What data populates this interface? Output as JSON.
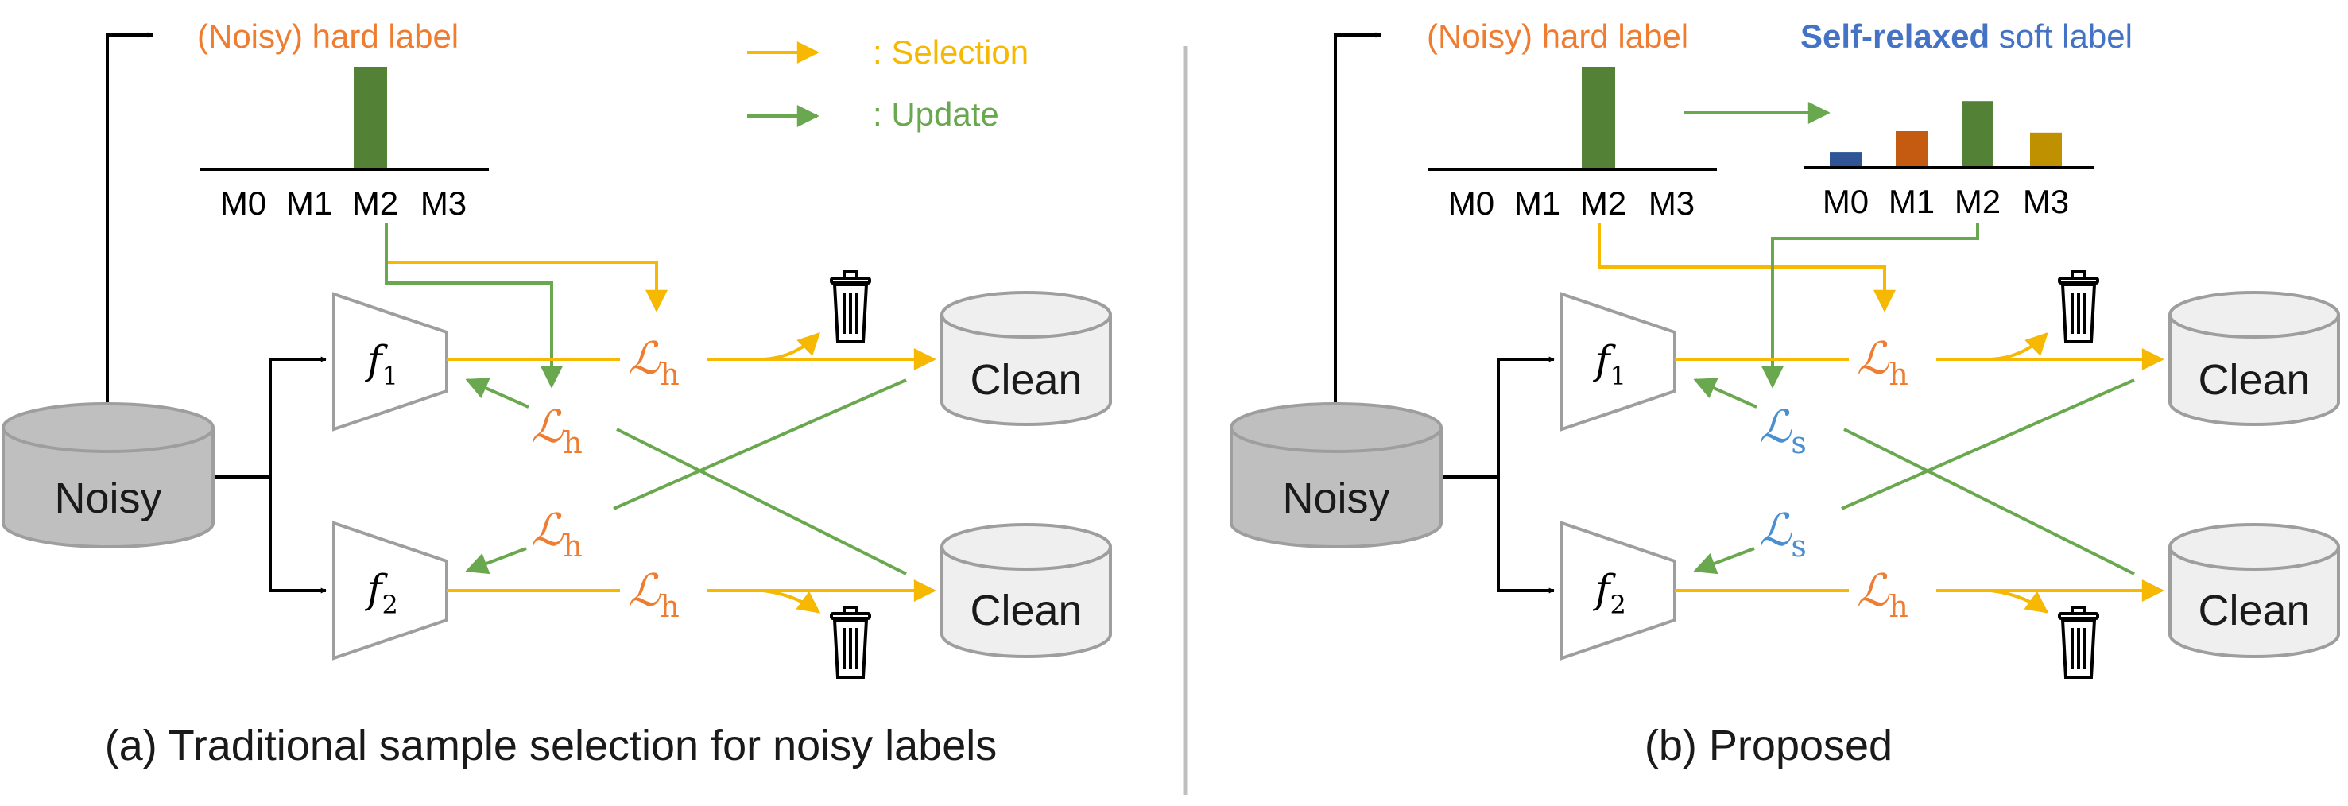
{
  "legend": {
    "selection": ": Selection",
    "update": ": Update"
  },
  "colors": {
    "selection": "#f6b800",
    "update": "#6aa84f",
    "hard_loss": "#ee7d31",
    "soft_loss": "#4a8fd0",
    "hard_bar": "#538135",
    "soft_bar_m0": "#2f5597",
    "soft_bar_m1": "#c55a11",
    "soft_bar_m2": "#538135",
    "soft_bar_m3": "#bf9000",
    "cylinder_noisy": "#bfbfbf",
    "cylinder_clean": "#efefef",
    "divider": "#bfbfbf"
  },
  "panel_a": {
    "hard_label_title": "(Noisy) hard label",
    "classes": [
      "M0",
      "M1",
      "M2",
      "M3"
    ],
    "hard_label_values": [
      0,
      0,
      1,
      0
    ],
    "noisy_db": "Noisy",
    "clean_db_top": "Clean",
    "clean_db_bottom": "Clean",
    "model_top": {
      "base": "f",
      "sub": "1"
    },
    "model_bottom": {
      "base": "f",
      "sub": "2"
    },
    "loss_top_main": {
      "base": "ℒ",
      "sub": "h"
    },
    "loss_top_cross": {
      "base": "ℒ",
      "sub": "h"
    },
    "loss_bottom_cross": {
      "base": "ℒ",
      "sub": "h"
    },
    "loss_bottom_main": {
      "base": "ℒ",
      "sub": "h"
    },
    "caption": "(a) Traditional sample selection for noisy labels"
  },
  "panel_b": {
    "hard_label_title": "(Noisy) hard label",
    "soft_label_title_bold": "Self-relaxed",
    "soft_label_title_rest": " soft label",
    "classes": [
      "M0",
      "M1",
      "M2",
      "M3"
    ],
    "hard_label_values": [
      0,
      0,
      1,
      0
    ],
    "soft_label_values": [
      0.21,
      0.5,
      0.92,
      0.48
    ],
    "noisy_db": "Noisy",
    "clean_db_top": "Clean",
    "clean_db_bottom": "Clean",
    "model_top": {
      "base": "f",
      "sub": "1"
    },
    "model_bottom": {
      "base": "f",
      "sub": "2"
    },
    "loss_top_main": {
      "base": "ℒ",
      "sub": "h"
    },
    "loss_top_cross": {
      "base": "ℒ",
      "sub": "s"
    },
    "loss_bottom_cross": {
      "base": "ℒ",
      "sub": "s"
    },
    "loss_bottom_main": {
      "base": "ℒ",
      "sub": "h"
    },
    "caption": "(b) Proposed"
  },
  "icons": [
    "trash-icon"
  ]
}
